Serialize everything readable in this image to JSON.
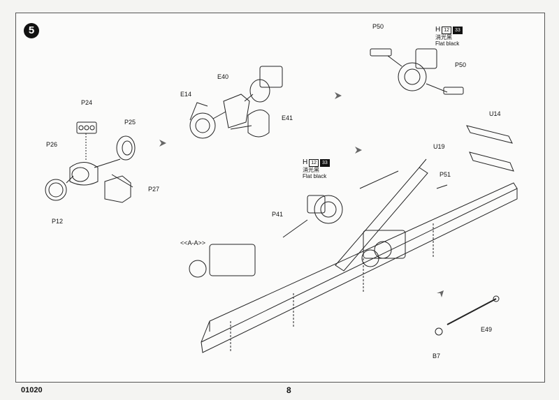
{
  "step_number": "5",
  "footer": {
    "kit_code": "01020",
    "page_number": "8"
  },
  "labels": {
    "P24": "P24",
    "P25": "P25",
    "P26": "P26",
    "P27": "P27",
    "P12": "P12",
    "E14": "E14",
    "E40": "E40",
    "E41": "E41",
    "P50_top": "P50",
    "P50_right": "P50",
    "U14": "U14",
    "U19": "U19",
    "P51": "P51",
    "P41": "P41",
    "AA": "<<A-A>>",
    "E49": "E49",
    "B7": "B7"
  },
  "paint_callouts": [
    {
      "code": "H",
      "box1": "12",
      "box2": "33",
      "chinese": "消光黑",
      "english": "Flat black"
    },
    {
      "code": "H",
      "box1": "12",
      "box2": "33",
      "chinese": "消光黑",
      "english": "Flat black"
    }
  ],
  "icons": [
    "step-arrow-icon",
    "part-drawing"
  ]
}
